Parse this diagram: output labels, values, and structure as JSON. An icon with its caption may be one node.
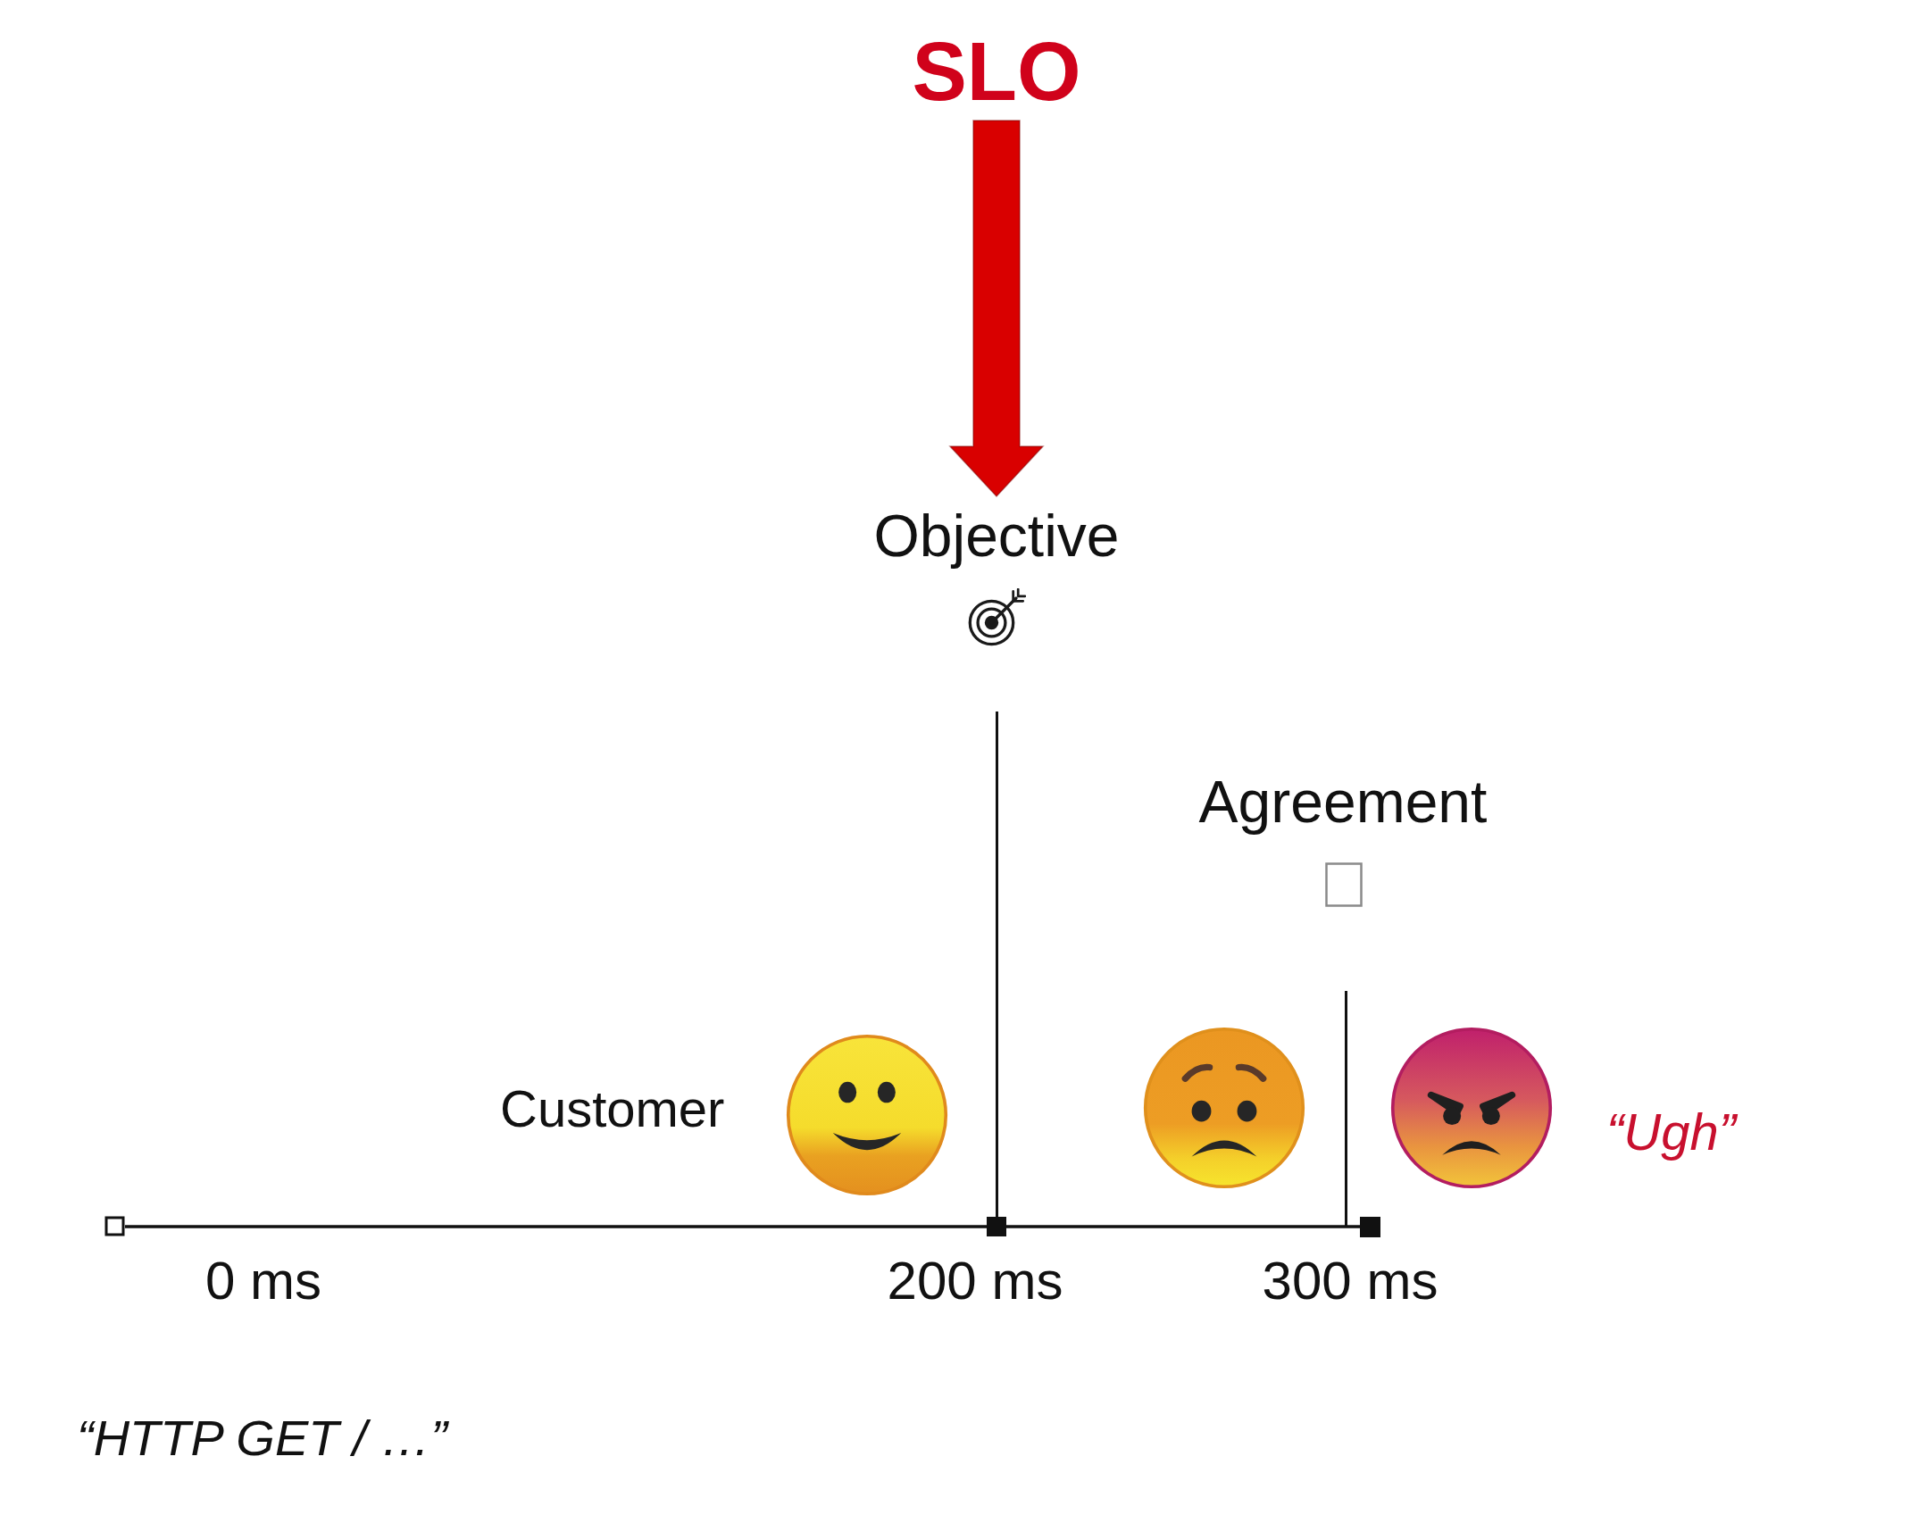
{
  "diagram": {
    "nodes": [
      {
        "text": [
          "SLO"
        ]
      },
      {
        "text": [
          "Objective"
        ]
      }
    ],
    "edges": [
      {
        "from": 0,
        "to": 1,
        "arrow": "to",
        "style": "thick",
        "color": "#d90000"
      }
    ],
    "labels": [
      "Agreement",
      "Customer",
      "“Ugh”",
      "0 ms",
      "200 ms",
      "300 ms",
      "“HTTP GET / …”"
    ]
  }
}
